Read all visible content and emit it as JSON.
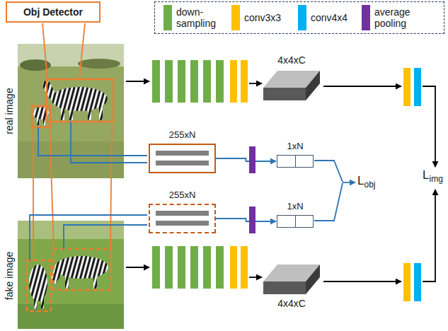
{
  "diagram": {
    "nodes": [
      {
        "text": [
          "Obj Detector"
        ]
      },
      {
        "text": [
          "4x4xC"
        ]
      },
      {
        "text": [
          "255xN"
        ]
      },
      {
        "text": [
          "1xN"
        ]
      },
      {
        "text": [
          "255xN"
        ]
      },
      {
        "text": [
          "1xN"
        ]
      },
      {
        "text": [
          "4x4xC"
        ]
      }
    ],
    "edges": [
      {
        "from": 2,
        "to": 3,
        "arrow": "to"
      },
      {
        "from": 4,
        "to": 5,
        "arrow": "to"
      }
    ],
    "labels": [
      "real image",
      "fake image",
      "L",
      "obj",
      "L",
      "img"
    ],
    "legend": [
      {
        "text": "down-sampling",
        "color": "#70ad47"
      },
      {
        "text": "conv3x3",
        "color": "#ffc000"
      },
      {
        "text": "conv4x4",
        "color": "#00b0f0"
      },
      {
        "text": "average pooling",
        "color": "#7030a0"
      }
    ]
  }
}
